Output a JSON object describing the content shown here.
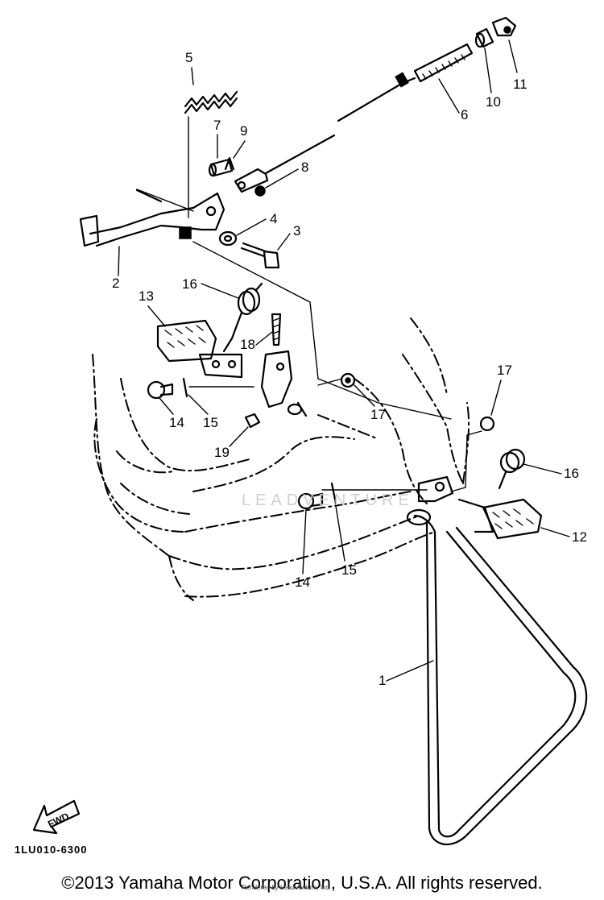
{
  "parts": {
    "p1": "1",
    "p2": "2",
    "p3": "3",
    "p4": "4",
    "p5": "5",
    "p6": "6",
    "p7": "7",
    "p8": "8",
    "p9": "9",
    "p10": "10",
    "p11": "11",
    "p12": "12",
    "p13": "13",
    "p14a": "14",
    "p14b": "14",
    "p15a": "15",
    "p15b": "15",
    "p16a": "16",
    "p16b": "16",
    "p17a": "17",
    "p17b": "17",
    "p18": "18",
    "p19": "19"
  },
  "fwd_label": "FWD",
  "diagram_code": "1LU010-6300",
  "copyright": "©2013 Yamaha Motor Corporation, U.S.A. All rights reserved.",
  "rendered_by": "Rendered by LeadVenture, Inc.",
  "watermark": "LEADVENTURE"
}
